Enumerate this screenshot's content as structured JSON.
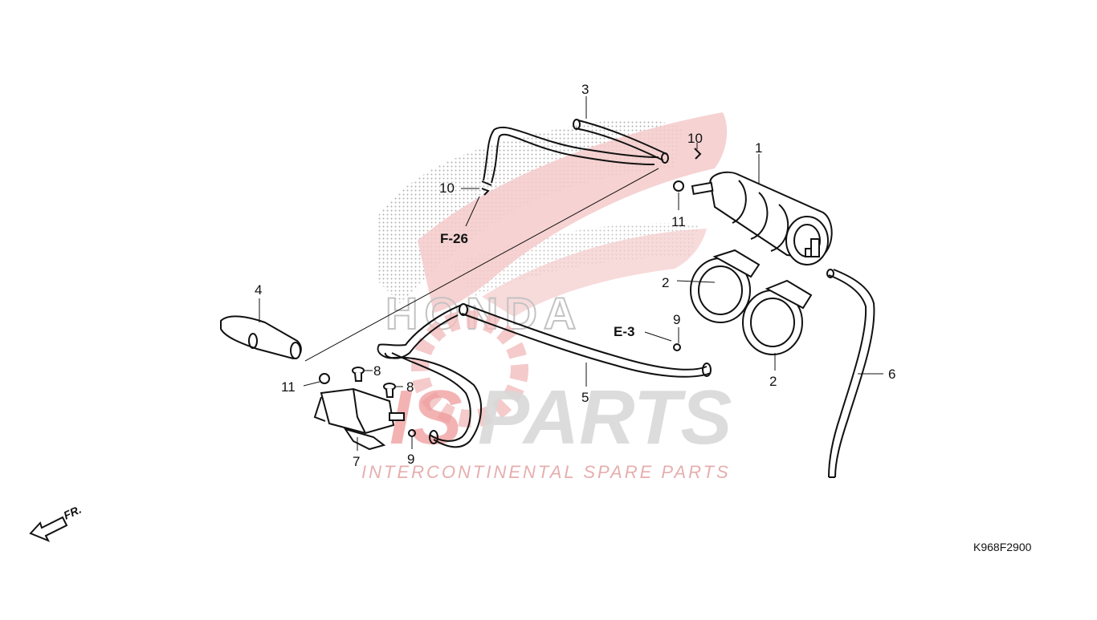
{
  "diagram": {
    "code": "K968F2900",
    "direction_label": "FR.",
    "callouts": [
      {
        "id": "c1",
        "label": "1"
      },
      {
        "id": "c2a",
        "label": "2"
      },
      {
        "id": "c2b",
        "label": "2"
      },
      {
        "id": "c3",
        "label": "3"
      },
      {
        "id": "c4",
        "label": "4"
      },
      {
        "id": "c5",
        "label": "5"
      },
      {
        "id": "c6",
        "label": "6"
      },
      {
        "id": "c7",
        "label": "7"
      },
      {
        "id": "c8a",
        "label": "8"
      },
      {
        "id": "c8b",
        "label": "8"
      },
      {
        "id": "c9a",
        "label": "9"
      },
      {
        "id": "c9b",
        "label": "9"
      },
      {
        "id": "c10a",
        "label": "10"
      },
      {
        "id": "c10b",
        "label": "10"
      },
      {
        "id": "c11a",
        "label": "11"
      },
      {
        "id": "c11b",
        "label": "11"
      }
    ],
    "references": [
      {
        "id": "r1",
        "label": "F-26"
      },
      {
        "id": "r2",
        "label": "E-3"
      }
    ]
  },
  "watermark": {
    "brand_prefix": "IS",
    "brand_suffix": "PARTS",
    "tagline": "INTERCONTINENTAL SPARE PARTS",
    "logo_text": "HONDA",
    "accent_color": "#e8262c",
    "muted_color": "#d9d9d9"
  }
}
